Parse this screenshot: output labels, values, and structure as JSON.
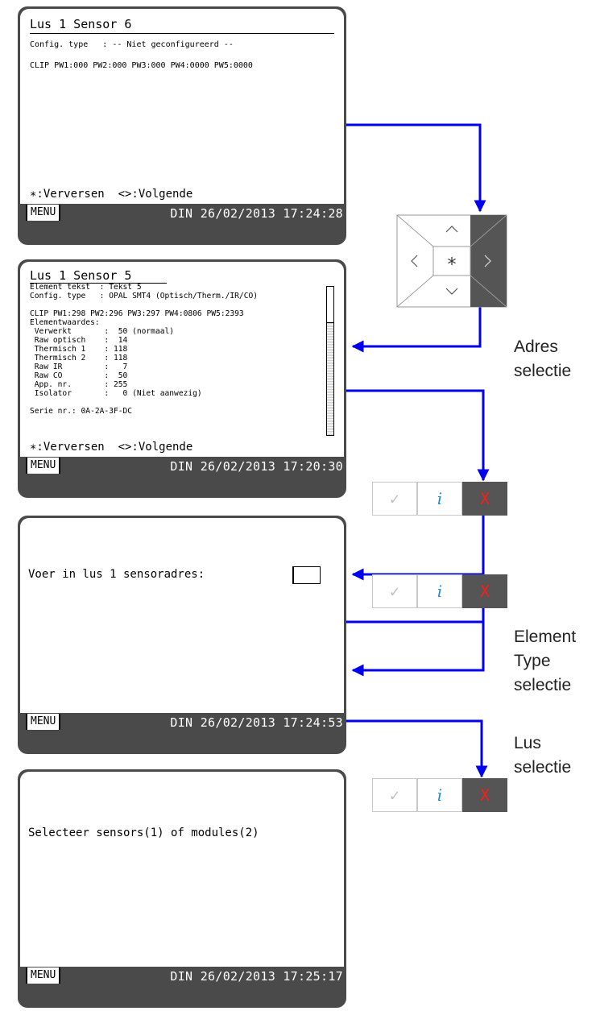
{
  "screen1": {
    "title": "Lus 1 Sensor 6",
    "line1": "Config. type   : -- Niet geconfigureerd --",
    "line2": "CLIP PW1:000 PW2:000 PW3:000 PW4:0000 PW5:0000",
    "footer": "∗:Verversen  <>:Volgende",
    "menu": "MENU",
    "status": "DIN 26/02/2013 17:24:28"
  },
  "screen2": {
    "title": "Lus 1 Sensor 5",
    "lines": [
      "Element tekst  : Tekst 5",
      "Config. type   : OPAL SMT4 (Optisch/Therm./IR/CO)",
      "",
      "CLIP PW1:298 PW2:296 PW3:297 PW4:0806 PW5:2393",
      "Elementwaardes:",
      " Verwerkt       :  50 (normaal)",
      " Raw optisch    :  14",
      " Thermisch 1    : 118",
      " Thermisch 2    : 118",
      " Raw IR         :   7",
      " Raw CO         :  50",
      " App. nr.       : 255",
      " Isolator       :   0 (Niet aanwezig)",
      "",
      "Serie nr.: 0A-2A-3F-DC"
    ],
    "footer": "∗:Verversen  <>:Volgende",
    "menu": "MENU",
    "status": "DIN 26/02/2013 17:20:30"
  },
  "screen3": {
    "prompt": "Voer in lus 1 sensoradres:",
    "menu": "MENU",
    "status": "DIN 26/02/2013 17:24:53"
  },
  "screen4": {
    "prompt": "Selecteer sensors(1) of modules(2)",
    "menu": "MENU",
    "status": "DIN 26/02/2013 17:25:17"
  },
  "keypad": {
    "up": "^",
    "down": "v",
    "left": "<",
    "right": ">",
    "center": "∗"
  },
  "buttons": {
    "ok": "✓",
    "info": "i",
    "cancel": "X"
  },
  "labels": {
    "adres": "Adres\nselectie",
    "element": "Element\nType\nselectie",
    "lus": "Lus\nselectie"
  },
  "colors": {
    "arrow": "#0000ee",
    "device": "#4a4a4a",
    "cancel_bg": "#555555",
    "cancel_fg": "#ff1a1a",
    "info_fg": "#1e8fd6"
  }
}
